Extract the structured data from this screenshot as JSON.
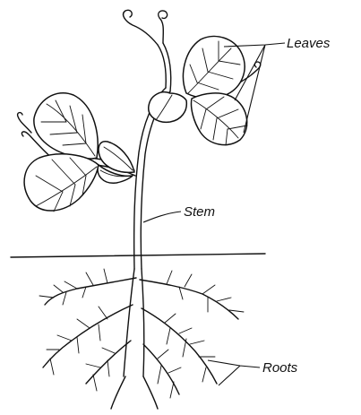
{
  "labels": {
    "leaves": "Leaves",
    "stem": "Stem",
    "roots": "Roots"
  }
}
